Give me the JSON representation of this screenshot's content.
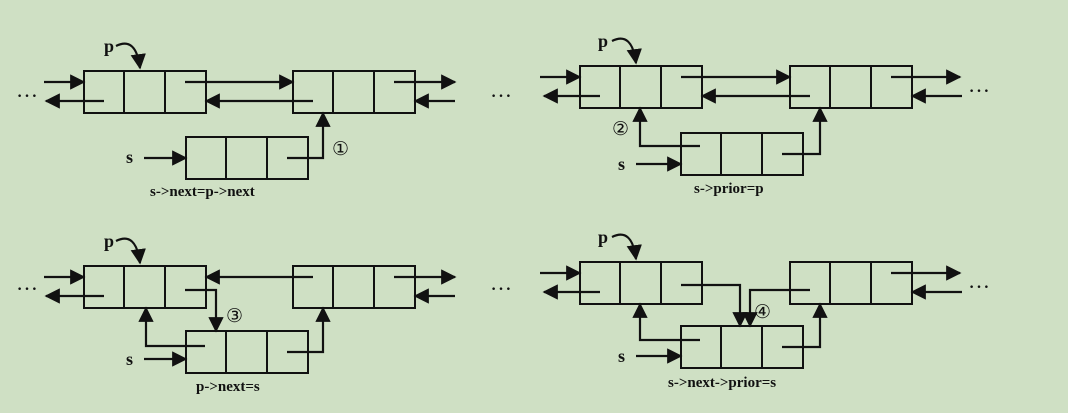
{
  "panels": [
    {
      "pointer_p": "p",
      "pointer_s": "s",
      "step": "①",
      "caption": "s->next=p->next"
    },
    {
      "pointer_p": "p",
      "pointer_s": "s",
      "step": "②",
      "caption": "s->prior=p"
    },
    {
      "pointer_p": "p",
      "pointer_s": "s",
      "step": "③",
      "caption": "p->next=s"
    },
    {
      "pointer_p": "p",
      "pointer_s": "s",
      "step": "④",
      "caption": "s->next->prior=s"
    }
  ],
  "ellipsis": "…",
  "colors": {
    "background": "#cfe0c4",
    "ink": "#111111"
  }
}
